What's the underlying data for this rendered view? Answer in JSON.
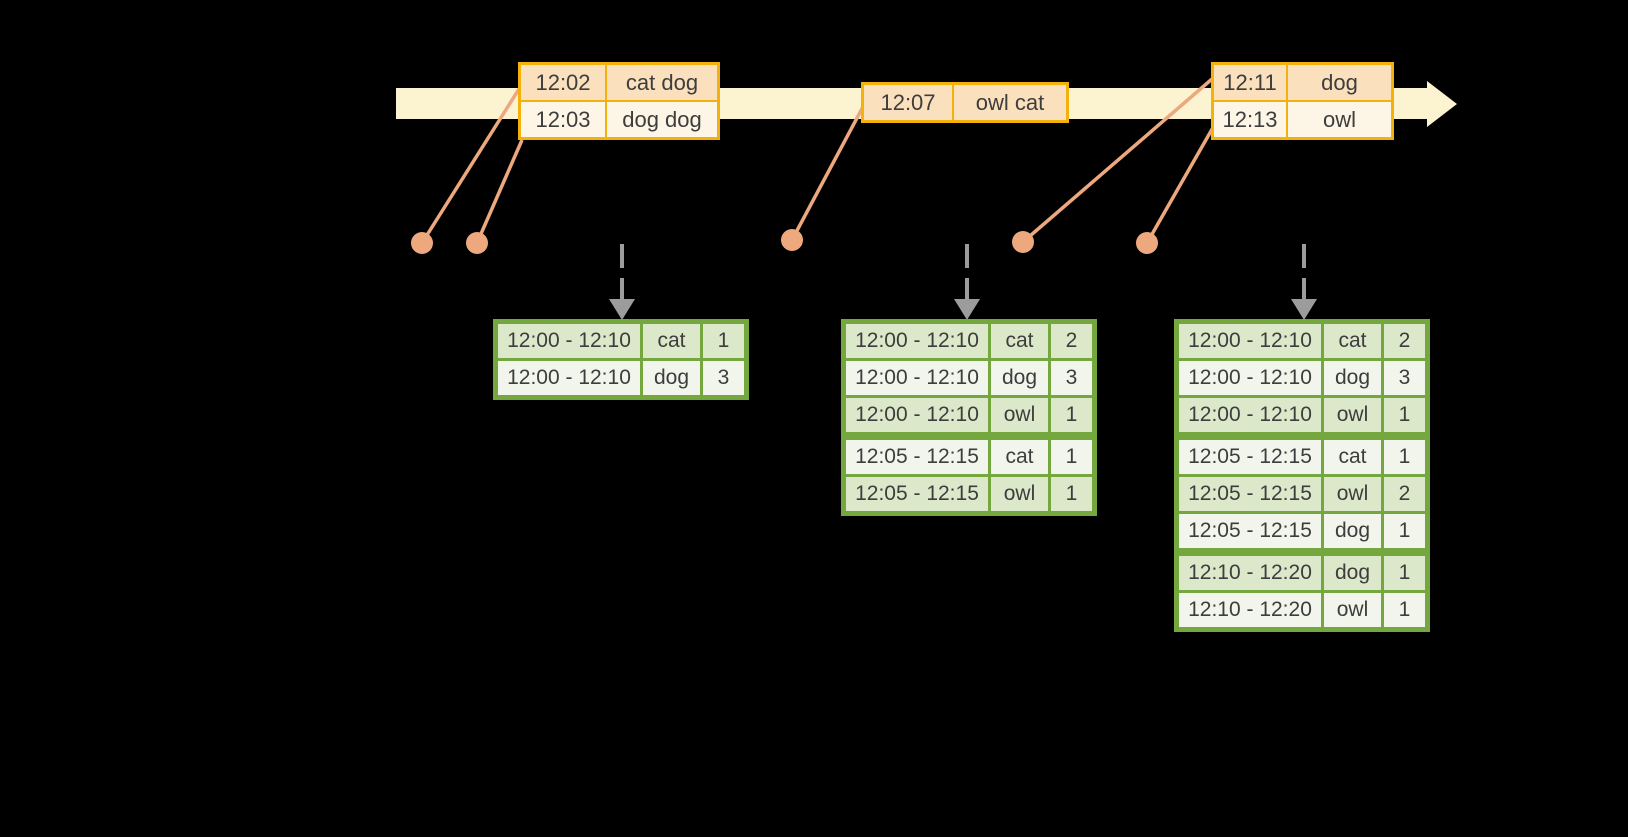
{
  "colors": {
    "background": "#000000",
    "timeline_fill": "#FCF3D1",
    "event_border": "#F3B10B",
    "event_row_peach": "#FBE0BE",
    "event_row_cream": "#FDF6E6",
    "connector": "#EDA87D",
    "trigger_arrow": "#9C9C9C",
    "table_border": "#74A73E",
    "table_row_green": "#DCE8CA",
    "table_row_light": "#F1F5EB",
    "text": "#3D3D3D"
  },
  "timeline": {
    "events": [
      {
        "rows": [
          {
            "time": "12:02",
            "words": "cat dog"
          },
          {
            "time": "12:03",
            "words": "dog dog"
          }
        ]
      },
      {
        "rows": [
          {
            "time": "12:07",
            "words": "owl cat"
          }
        ]
      },
      {
        "rows": [
          {
            "time": "12:11",
            "words": "dog"
          },
          {
            "time": "12:13",
            "words": "owl"
          }
        ]
      }
    ]
  },
  "result_tables": [
    {
      "rows": [
        {
          "window": "12:00 - 12:10",
          "word": "cat",
          "count": "1"
        },
        {
          "window": "12:00 - 12:10",
          "word": "dog",
          "count": "3"
        }
      ]
    },
    {
      "rows": [
        {
          "window": "12:00 - 12:10",
          "word": "cat",
          "count": "2"
        },
        {
          "window": "12:00 - 12:10",
          "word": "dog",
          "count": "3"
        },
        {
          "window": "12:00 - 12:10",
          "word": "owl",
          "count": "1"
        },
        {
          "window": "12:05 - 12:15",
          "word": "cat",
          "count": "1"
        },
        {
          "window": "12:05 - 12:15",
          "word": "owl",
          "count": "1"
        }
      ]
    },
    {
      "rows": [
        {
          "window": "12:00 - 12:10",
          "word": "cat",
          "count": "2"
        },
        {
          "window": "12:00 - 12:10",
          "word": "dog",
          "count": "3"
        },
        {
          "window": "12:00 - 12:10",
          "word": "owl",
          "count": "1"
        },
        {
          "window": "12:05 - 12:15",
          "word": "cat",
          "count": "1"
        },
        {
          "window": "12:05 - 12:15",
          "word": "owl",
          "count": "2"
        },
        {
          "window": "12:05 - 12:15",
          "word": "dog",
          "count": "1"
        },
        {
          "window": "12:10 - 12:20",
          "word": "dog",
          "count": "1"
        },
        {
          "window": "12:10 - 12:20",
          "word": "owl",
          "count": "1"
        }
      ]
    }
  ]
}
